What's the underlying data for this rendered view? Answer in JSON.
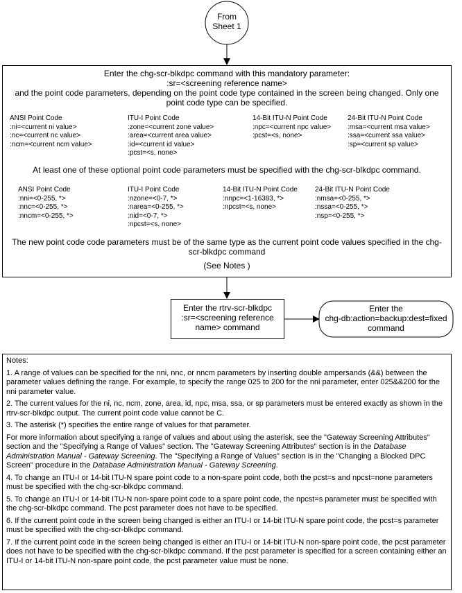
{
  "connector": {
    "line1": "From",
    "line2": "Sheet 1"
  },
  "main_box": {
    "line1": "Enter the chg-scr-blkdpc command with this mandatory parameter:",
    "line2": ":sr=<screening reference name>",
    "line3": "and the point code parameters, depending on the point code type contained in the screen being changed. Only one point code type can be specified.",
    "current_columns": [
      {
        "title": "ANSI Point Code",
        "params": [
          ":ni=<current ni value>",
          ":nc=<current nc value>",
          ":ncm=<current ncm value>"
        ]
      },
      {
        "title": "ITU-I Point Code",
        "params": [
          ":zone=<current zone value>",
          ":area=<current area value>",
          ":id=<current id value>",
          ":pcst=<s, none>"
        ]
      },
      {
        "title": "14-Bit ITU-N Point Code",
        "params": [
          ":npc=<current npc value>",
          ":pcst=<s, none>"
        ]
      },
      {
        "title": "24-Bit ITU-N Point Code",
        "params": [
          ":msa=<current msa value>",
          ":ssa=<current ssa value>",
          ":sp=<current sp value>"
        ]
      }
    ],
    "optional_line": "At least one of these optional point code parameters must be specified with the chg-scr-blkdpc command.",
    "optional_columns": [
      {
        "title": "ANSI Point Code",
        "params": [
          ":nni=<0-255, *>",
          ":nnc=<0-255, *>",
          ":nncm=<0-255, *>"
        ]
      },
      {
        "title": "ITU-I Point Code",
        "params": [
          ":nzone=<0-7, *>",
          ":narea=<0-255, *>",
          ":nid=<0-7, *>",
          ":npcst=<s, none>"
        ]
      },
      {
        "title": "14-Bit ITU-N Point Code",
        "params": [
          ":nnpc=<1-16383, *>",
          ":npcst=<s, none>"
        ]
      },
      {
        "title": "24-Bit ITU-N Point Code",
        "params": [
          ":nmsa=<0-255, *>",
          ":nssa=<0-255, *>",
          ":nsp=<0-255, *>"
        ]
      }
    ],
    "same_type_line": "The new point code code parameters must be of the same type as the current point code values specified in the chg-scr-blkdpc command",
    "see_notes": "(See Notes )"
  },
  "rtrv_box": {
    "line1": "Enter the rtrv-scr-blkdpc",
    "line2": ":sr=<screening reference",
    "line3": "name>  command"
  },
  "chgdb_box": {
    "line1": "Enter the",
    "line2": "chg-db:action=backup:dest=fixed",
    "line3": "command"
  },
  "notes": {
    "heading": "Notes:",
    "n1": "1. A range of values can be specified for the nni, nnc, or nncm parameters by inserting double ampersands (&&) between the parameter values defining the range.  For example, to specify the range 025 to 200 for the nni parameter, enter 025&&200 for the nni parameter value.",
    "n2": "2. The current values for the ni, nc, ncm, zone, area, id, npc, msa, ssa, or sp parameters must be entered exactly as shown in the rtrv-scr-blkdpc output.  The current point code value cannot be C.",
    "n3": "3. The asterisk (*) specifies the entire range of values for that parameter.",
    "more_a": "For more information about specifying a range of values and about using the asterisk, see the \"Gateway Screening Attributes\" section and the \"Specifying a Range of Values\" section. The \"Gateway Screening Attributes\" section is in the ",
    "manual": "Database Administration Manual - Gateway Screening",
    "more_b": ". The \"Specifying a Range of Values\" section is in the \"Changing a Blocked DPC Screen\" procedure in the ",
    "more_c": ".",
    "n4": "4. To change an ITU-I or 14-bit ITU-N spare point code to a non-spare point code, both the pcst=s and npcst=none parameters must be specified with the chg-scr-blkdpc command.",
    "n5": "5. To change an ITU-I or 14-bit ITU-N non-spare point code to a spare point code, the npcst=s parameter must be specified with the chg-scr-blkdpc command. The pcst parameter does not have to be specified.",
    "n6": "6. If the current point code in the screen being changed is either an ITU-I or 14-bit ITU-N spare point code, the pcst=s parameter must be specified with the chg-scr-blkdpc command.",
    "n7": "7. If the current point code in the screen being changed is either an ITU-I or 14-bit ITU-N non-spare point code, the pcst parameter does not have to be specified with the chg-scr-blkdpc command.  If the pcst parameter is specified for a screen containing either an ITU-I or 14-bit ITU-N non-spare point code, the pcst parameter value must be none."
  }
}
